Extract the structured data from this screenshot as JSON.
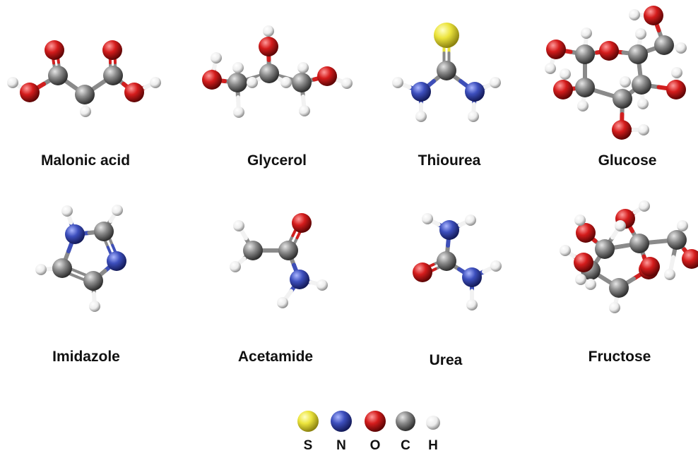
{
  "colors": {
    "S": "#e8e23a",
    "N": "#3e4fb8",
    "O": "#d11f1f",
    "C": "#8a8a8a",
    "H": "#f2f2f2"
  },
  "legend": [
    {
      "element": "S",
      "label": "S"
    },
    {
      "element": "N",
      "label": "N"
    },
    {
      "element": "O",
      "label": "O"
    },
    {
      "element": "C",
      "label": "C"
    },
    {
      "element": "H",
      "label": "H"
    }
  ],
  "molecules": [
    {
      "id": "malonic-acid",
      "name": "Malonic acid"
    },
    {
      "id": "glycerol",
      "name": "Glycerol"
    },
    {
      "id": "thiourea",
      "name": "Thiourea"
    },
    {
      "id": "glucose",
      "name": "Glucose"
    },
    {
      "id": "imidazole",
      "name": "Imidazole"
    },
    {
      "id": "acetamide",
      "name": "Acetamide"
    },
    {
      "id": "urea",
      "name": "Urea"
    },
    {
      "id": "fructose",
      "name": "Fructose"
    }
  ]
}
